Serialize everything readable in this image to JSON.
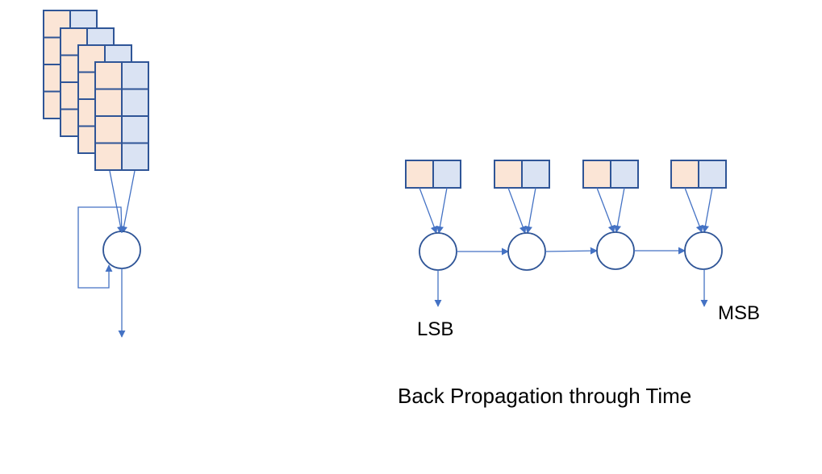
{
  "colors": {
    "cell_left": "#fbe5d6",
    "cell_right": "#dae3f3",
    "border": "#2f5597",
    "stroke": "#4472c4"
  },
  "labels": {
    "lsb": "LSB",
    "msb": "MSB",
    "caption": "Back Propagation through Time"
  },
  "left_diagram": {
    "stacked_matrices": 4,
    "rows_per_matrix": 4,
    "cols_per_matrix": 2
  },
  "unrolled": {
    "steps": 4
  }
}
